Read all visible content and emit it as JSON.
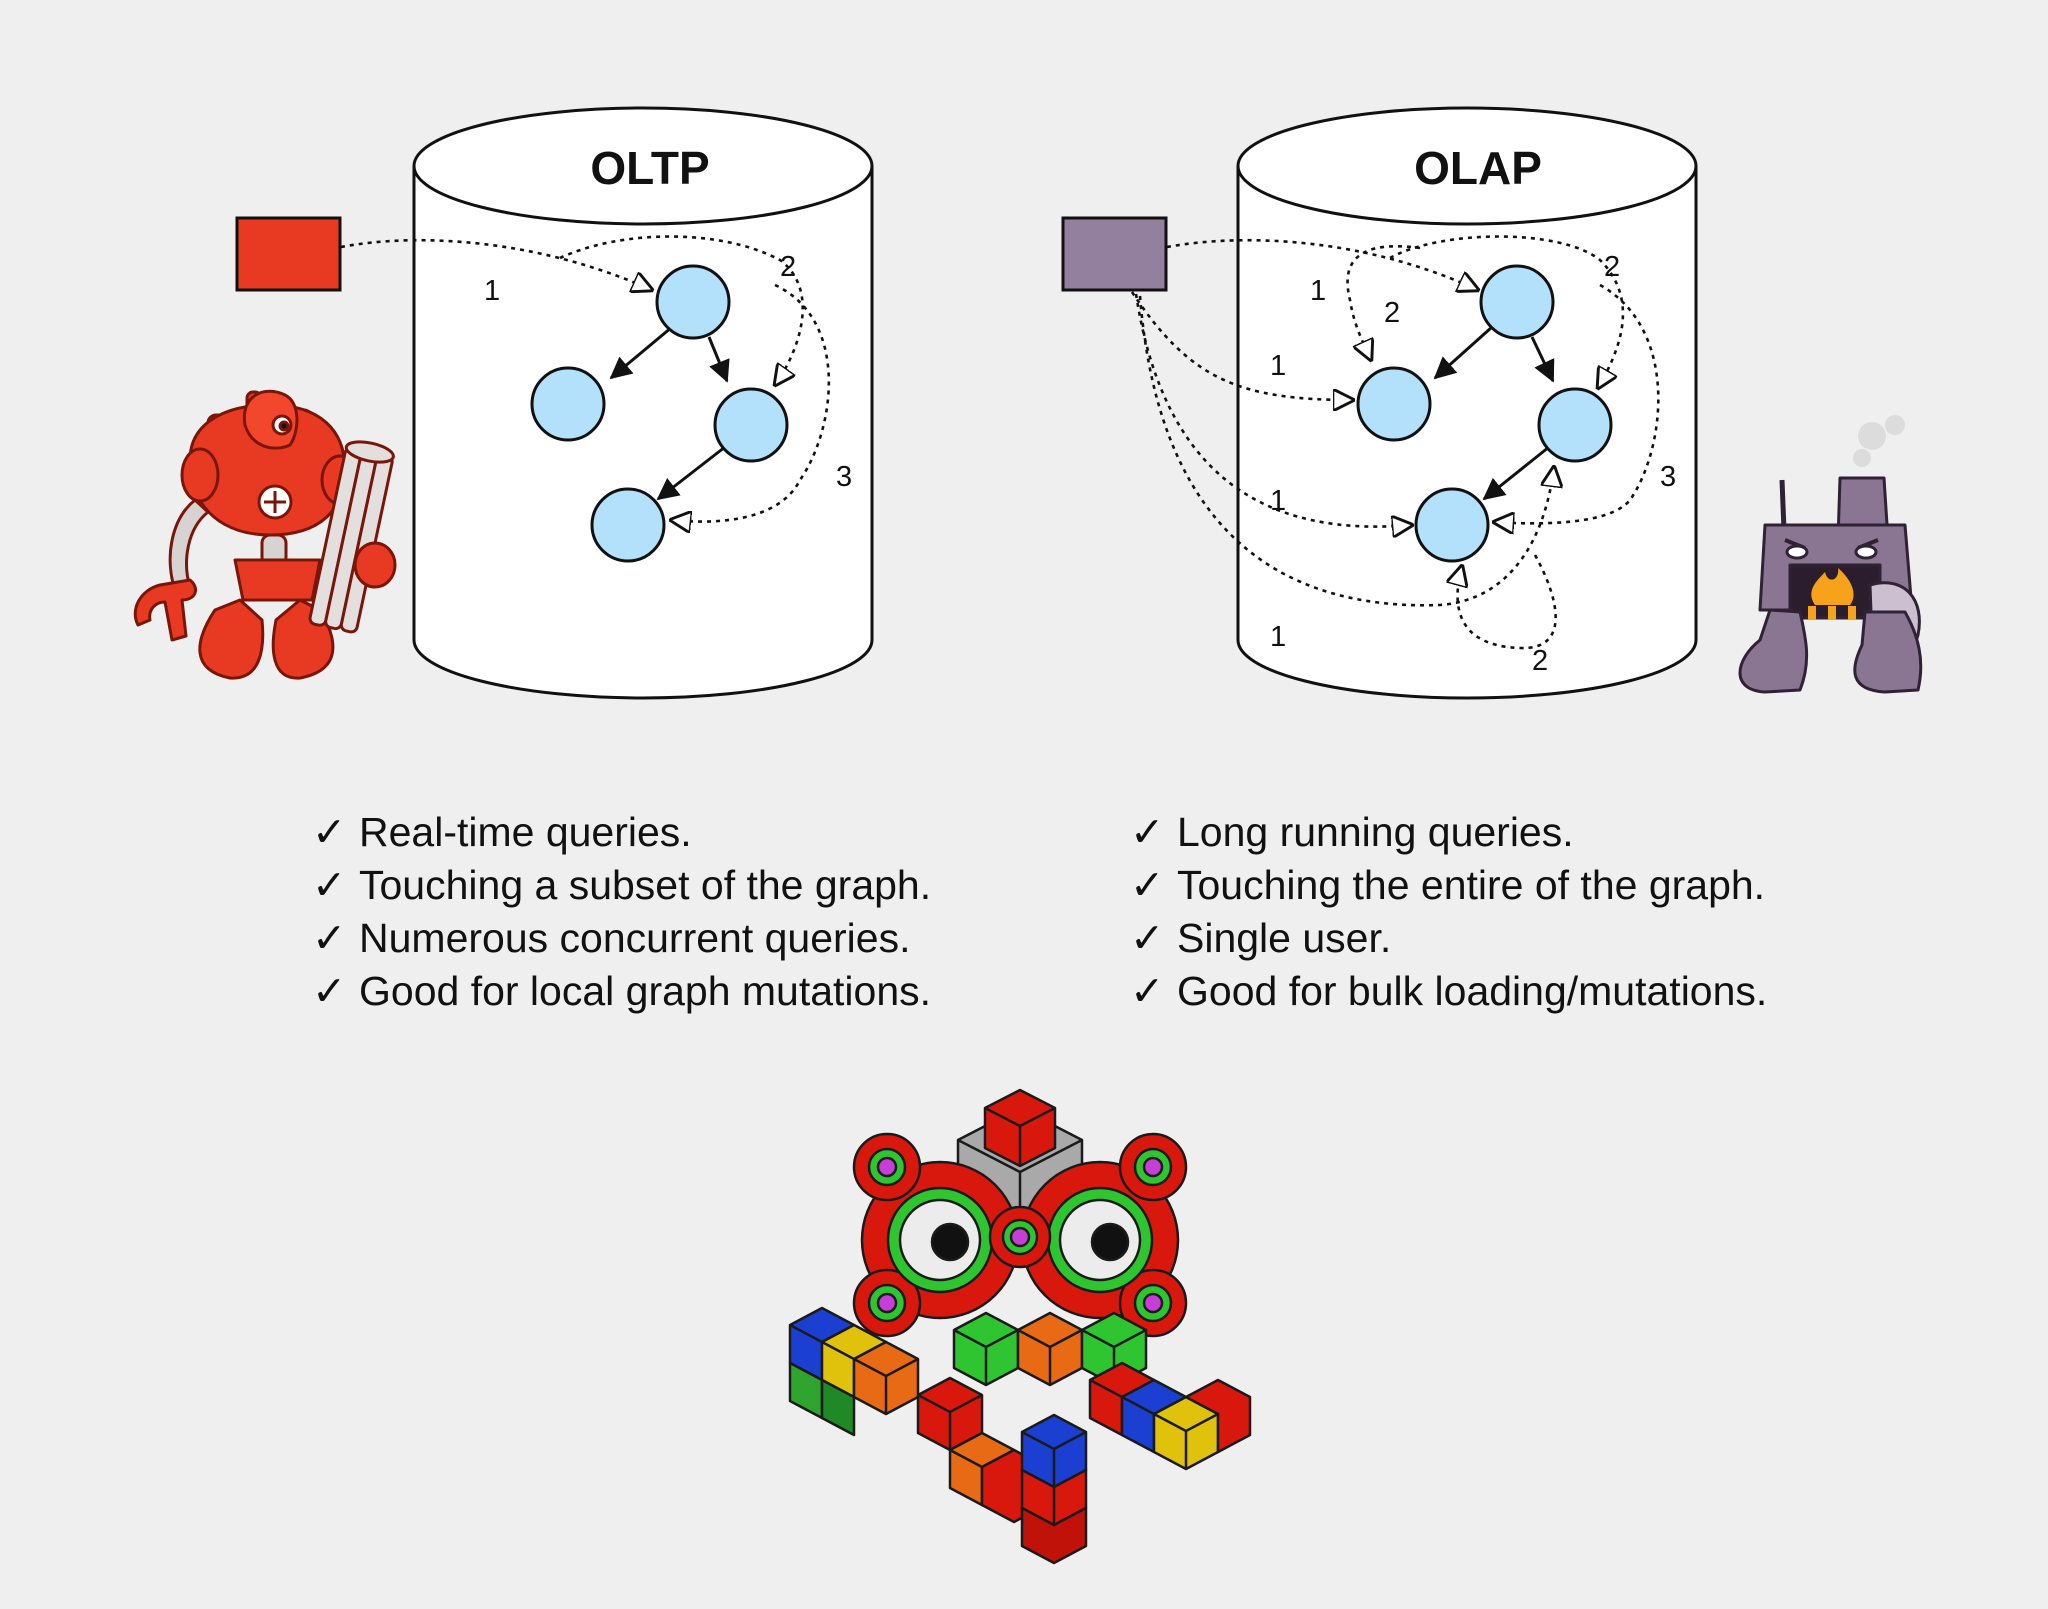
{
  "oltp": {
    "title": "OLTP",
    "step_labels": [
      "1",
      "2",
      "3"
    ],
    "client_color": "#e83a22",
    "features": [
      "Real-time queries.",
      "Touching a subset of the graph.",
      "Numerous concurrent queries.",
      "Good for local graph mutations."
    ]
  },
  "olap": {
    "title": "OLAP",
    "step_labels": [
      "1",
      "1",
      "1",
      "1",
      "2",
      "2",
      "2",
      "3"
    ],
    "client_color": "#93809e",
    "features": [
      "Long running queries.",
      "Touching the entire of the graph.",
      "Single user.",
      "Good for bulk loading/mutations."
    ]
  },
  "check_glyph": "✓",
  "colors": {
    "background": "#efeff0",
    "node_fill": "#b3e0fb",
    "oltp_robot": "#e83a22",
    "olap_robot": "#8a7592"
  },
  "icons": [
    "oltp-robot-icon",
    "olap-furnace-robot-icon",
    "cube-octopus-mascot-icon"
  ]
}
